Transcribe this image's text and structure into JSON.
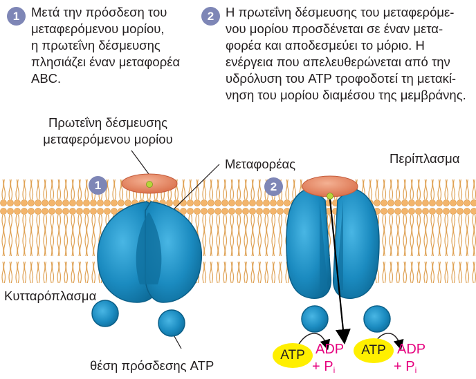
{
  "steps": [
    {
      "number": "1",
      "lines": [
        "Μετά την πρόσδεση του",
        "μεταφερόμενου μορίου,",
        "η πρωτεΐνη δέσμευσης",
        "πλησιάζει έναν μεταφορέα",
        "ABC."
      ]
    },
    {
      "number": "2",
      "lines": [
        "Η πρωτεΐνη δέσμευσης του μεταφερόμε-",
        "νου μορίου προσδένεται σε έναν μετα-",
        "φορέα και αποδεσμεύει το μόριο. Η",
        "ενέργεια που απελευθερώνεται από την",
        "υδρόλυση του ATP τροφοδοτεί τη μετακί-",
        "νηση του μορίου διαμέσου της μεμβράνης."
      ]
    }
  ],
  "labels": {
    "binding_protein": [
      "Πρωτεΐνη δέσμευσης",
      "μεταφερόμενου μορίου"
    ],
    "transporter": "Μεταφορέας",
    "periplasm": "Περίπλασμα",
    "cytoplasm": "Κυτταρόπλασμα",
    "atp_site": "θέση πρόσδεσης ATP"
  },
  "markers": {
    "one": "1",
    "two": "2"
  },
  "reactions": [
    {
      "atp": "ATP",
      "adp": "ADP",
      "plus": "+ P",
      "sub": "i"
    },
    {
      "atp": "ATP",
      "adp": "ADP",
      "plus": "+ P",
      "sub": "i"
    }
  ],
  "colors": {
    "membrane_heads": "#f3b56c",
    "membrane_tails": "#e0a454",
    "protein_blue": "#1d8fc4",
    "protein_dark": "#0c6a98",
    "binding_protein": "#e8845f",
    "molecule": "#b7d53b",
    "step_badge": "#7e86b6",
    "atp_yellow": "#ffef00",
    "adp_pink": "#e6007e"
  }
}
